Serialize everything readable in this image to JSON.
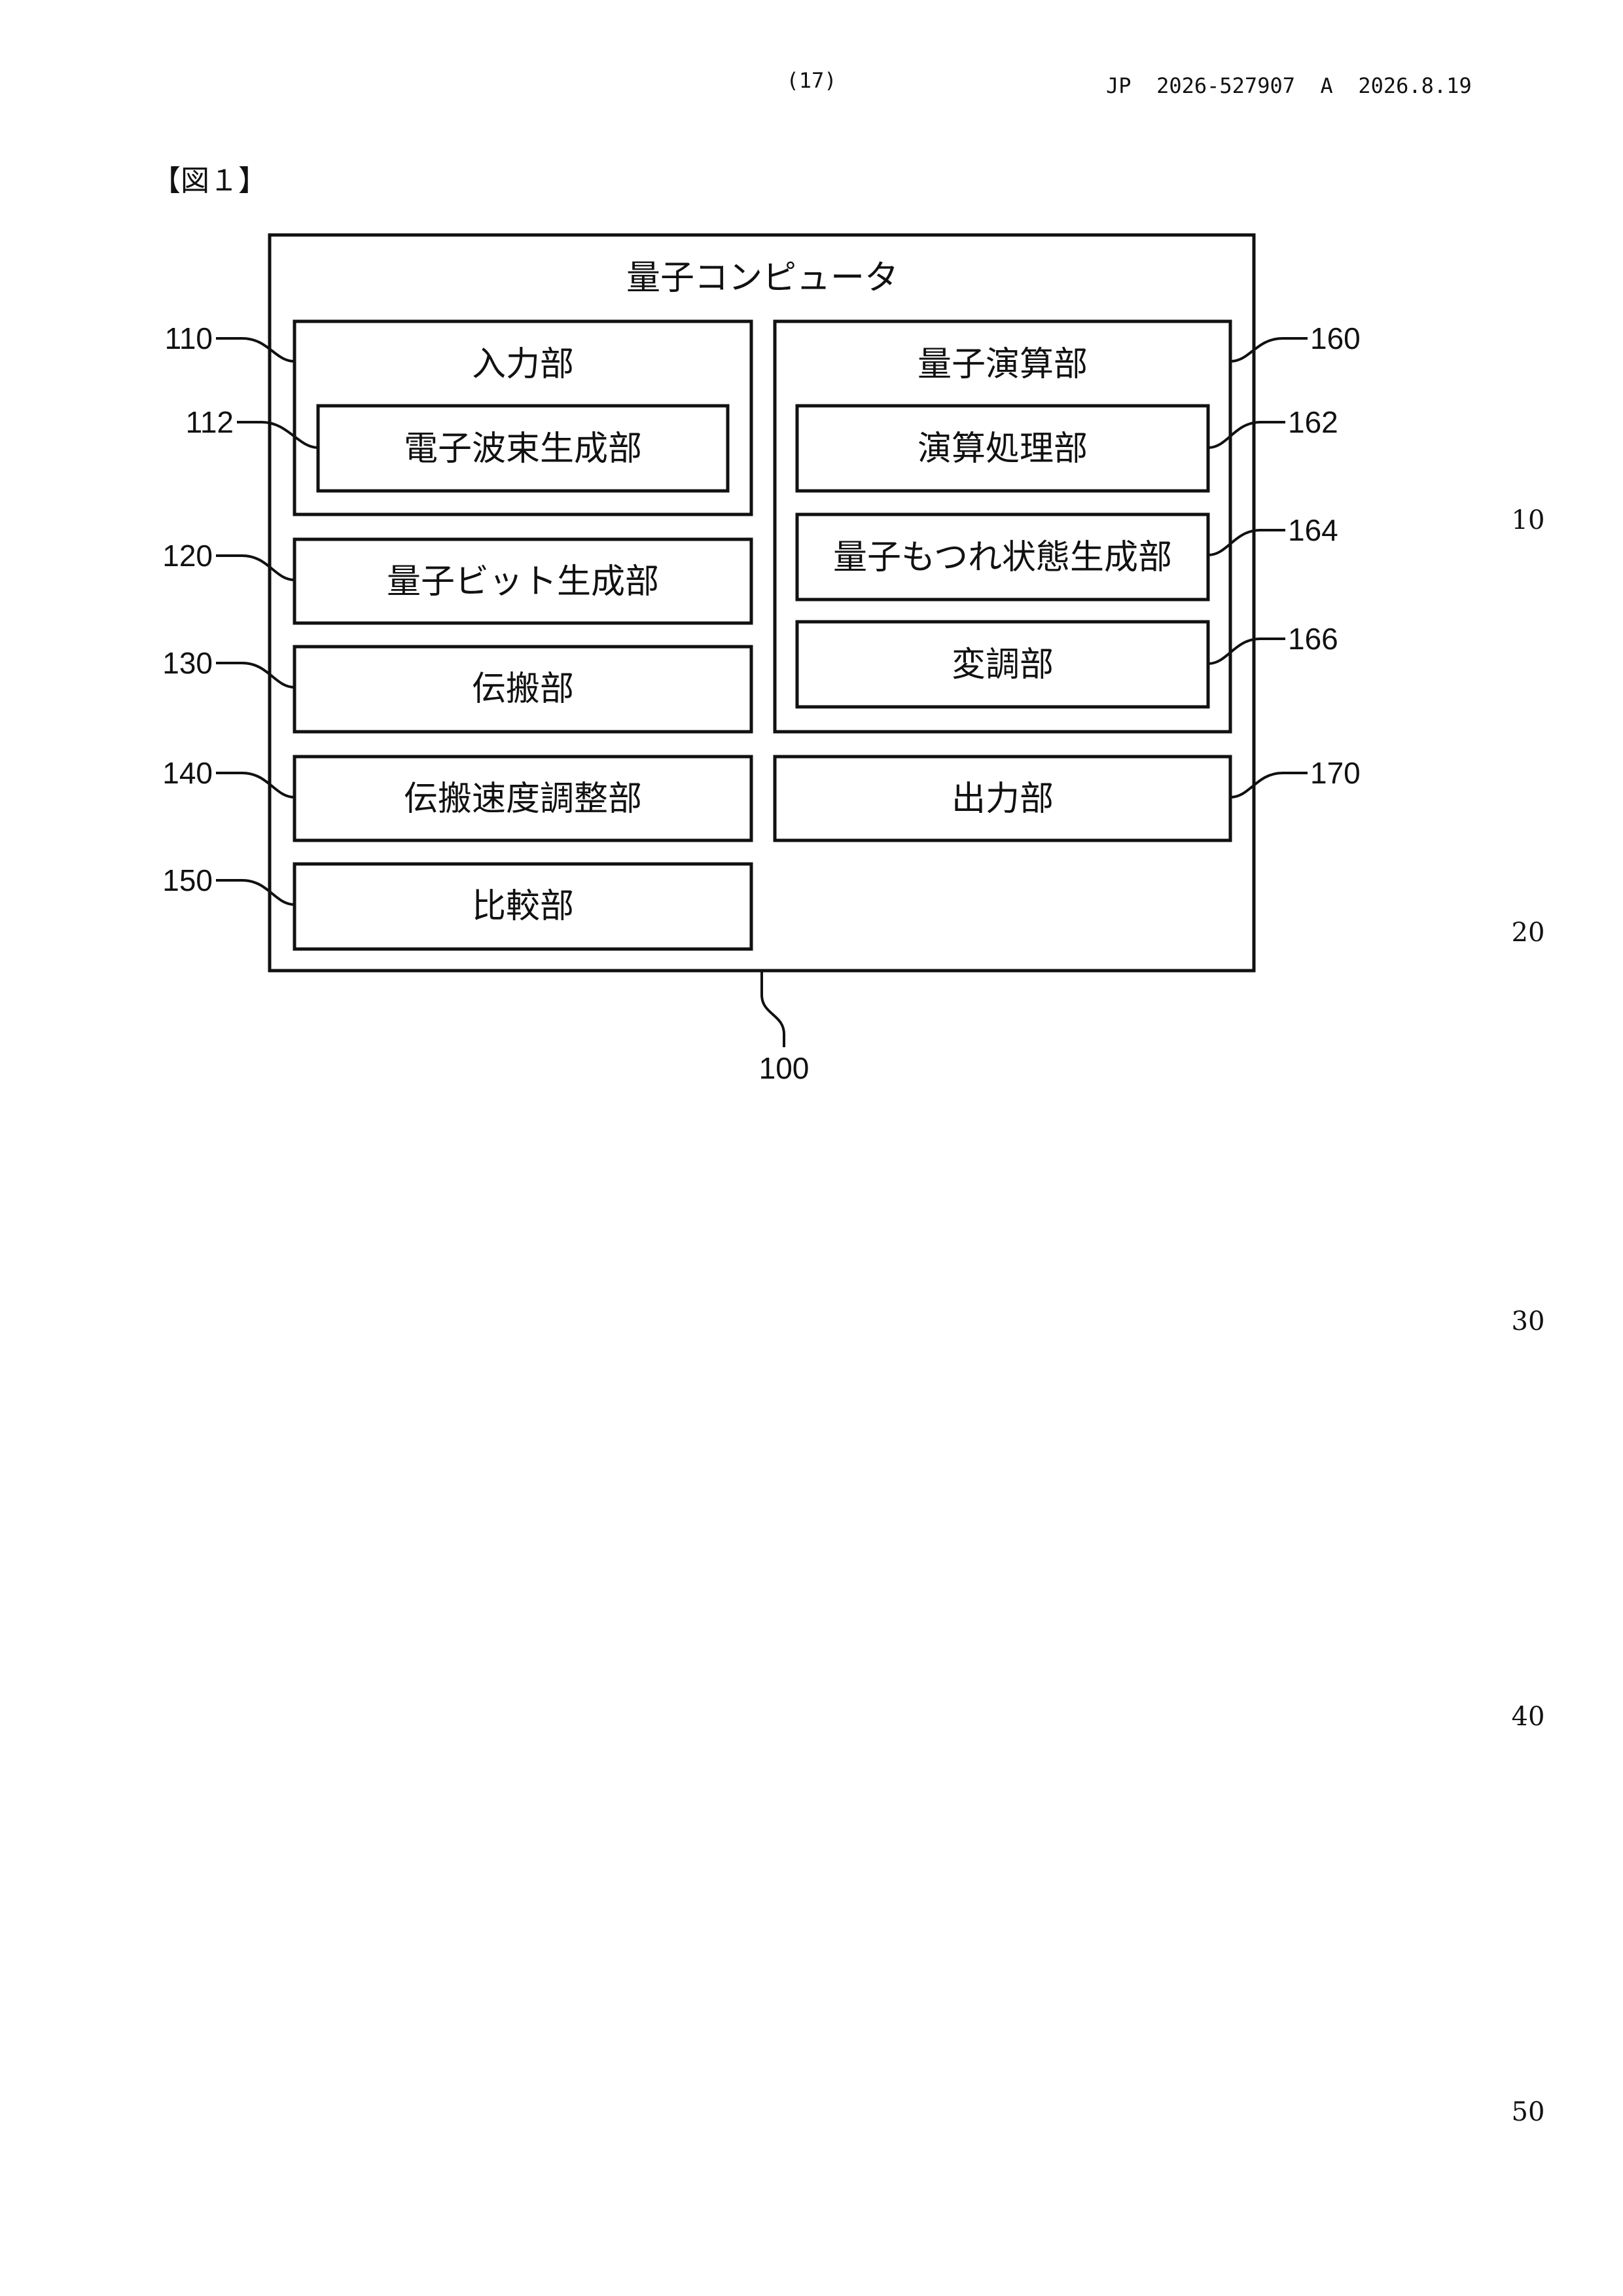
{
  "header": {
    "page_number": "(17)",
    "publication": "JP  2026-527907  A  2026.8.19"
  },
  "figure_label": "【図１】",
  "diagram": {
    "title": "量子コンピュータ",
    "input": "入力部",
    "electron_wave": "電子波束生成部",
    "qubit_gen": "量子ビット生成部",
    "propagation": "伝搬部",
    "speed_adjust": "伝搬速度調整部",
    "compare": "比較部",
    "quantum_calc": "量子演算部",
    "calc_proc": "演算処理部",
    "entangle": "量子もつれ状態生成部",
    "modulate": "変調部",
    "output": "出力部"
  },
  "refs": {
    "r100": "100",
    "r110": "110",
    "r112": "112",
    "r120": "120",
    "r130": "130",
    "r140": "140",
    "r150": "150",
    "r160": "160",
    "r162": "162",
    "r164": "164",
    "r166": "166",
    "r170": "170"
  },
  "line_numbers": [
    "10",
    "20",
    "30",
    "40",
    "50"
  ]
}
